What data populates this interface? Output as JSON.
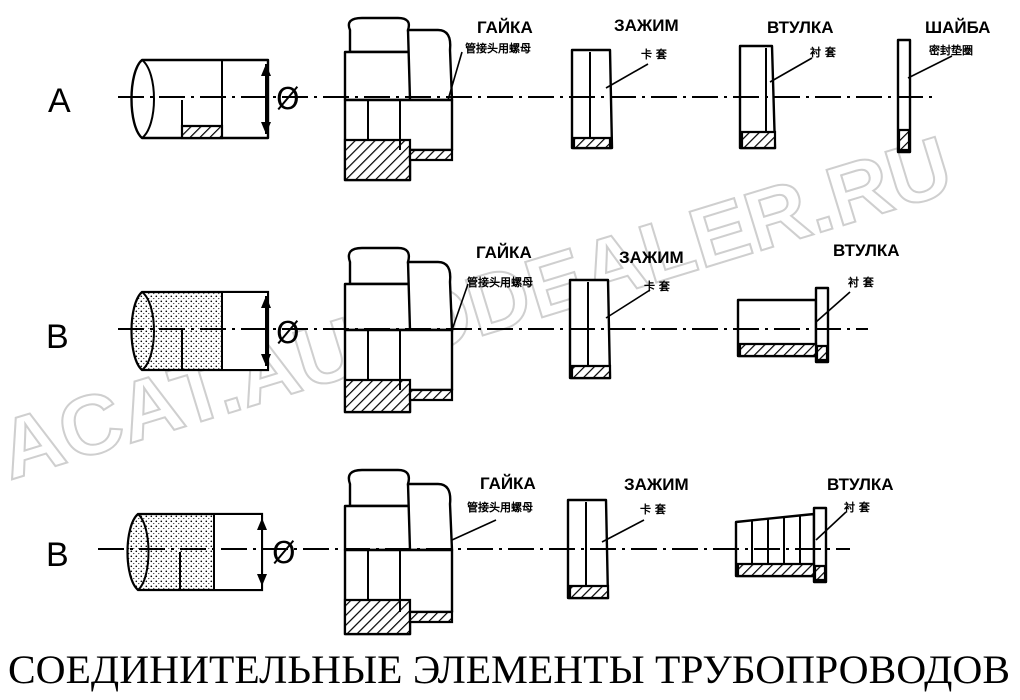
{
  "title": "СОЕДИНИТЕЛЬНЫЕ ЭЛЕМЕНТЫ ТРУБОПРОВОДОВ",
  "watermark": "ACAT.AUTODEALER.RU",
  "diameter_symbol": "Ø",
  "rows": [
    {
      "label": "A",
      "parts": [
        {
          "name": "ГАЙКА",
          "cn": "管接头用螺母"
        },
        {
          "name": "ЗАЖИМ",
          "cn": "卡 套"
        },
        {
          "name": "ВТУЛКА",
          "cn": "衬 套"
        },
        {
          "name": "ШАЙБА",
          "cn": "密封垫圈"
        }
      ]
    },
    {
      "label": "B",
      "parts": [
        {
          "name": "ГАЙКА",
          "cn": "管接头用螺母"
        },
        {
          "name": "ЗАЖИМ",
          "cn": "卡 套"
        },
        {
          "name": "ВТУЛКА",
          "cn": "衬 套"
        }
      ]
    },
    {
      "label": "B",
      "parts": [
        {
          "name": "ГАЙКА",
          "cn": "管接头用螺母"
        },
        {
          "name": "ЗАЖИМ",
          "cn": "卡 套"
        },
        {
          "name": "ВТУЛКА",
          "cn": "衬 套"
        }
      ]
    }
  ]
}
